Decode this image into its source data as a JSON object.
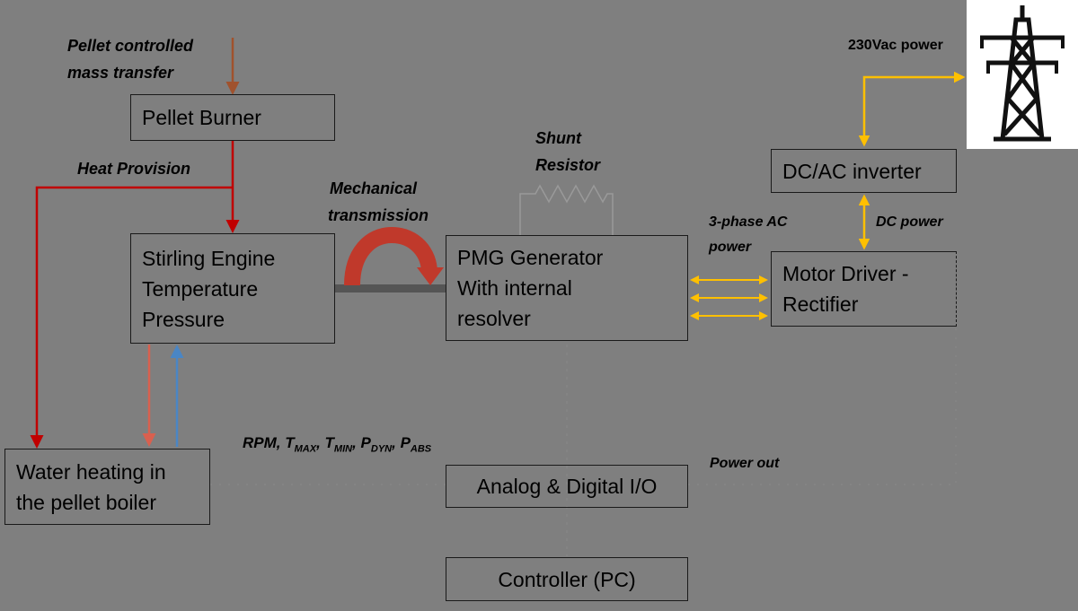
{
  "boxes": {
    "pellet_burner": [
      "Pellet Burner"
    ],
    "stirling_engine": [
      "Stirling Engine",
      "Temperature",
      "Pressure"
    ],
    "pmg_generator": [
      "PMG Generator",
      "With internal",
      "resolver"
    ],
    "dc_ac_inverter": [
      "DC/AC inverter"
    ],
    "motor_driver": [
      "Motor Driver -",
      "Rectifier"
    ],
    "water_heating": [
      "Water heating in",
      "the pellet boiler"
    ],
    "analog_digital_io": [
      "Analog & Digital I/O"
    ],
    "controller": [
      "Controller (PC)"
    ]
  },
  "labels": {
    "pellet_mass_transfer": [
      "Pellet controlled",
      "mass transfer"
    ],
    "heat_provision": "Heat Provision",
    "mechanical_transmission": [
      "Mechanical",
      "transmission"
    ],
    "shunt_resistor": [
      "Shunt",
      "Resistor"
    ],
    "three_phase_ac": [
      "3-phase AC",
      "power"
    ],
    "dc_power": "DC power",
    "grid_power": "230Vac power",
    "power_out": "Power out",
    "signals": {
      "rpm": "RPM, ",
      "t": "T",
      "t_max_sub": "MAX",
      "t_min_sub": "MIN",
      "p": "P",
      "p_dyn_sub": "DYN",
      "p_abs_sub": "ABS",
      "sep": ", "
    }
  },
  "colors": {
    "background": "#7f7f7f",
    "pellet_arrow": "#a0522d",
    "heat_arrow": "#c00000",
    "hot_water_arrow": "#d9604f",
    "cold_water_arrow": "#4a86c5",
    "power_arrow": "#ffc000",
    "shaft": "#555555",
    "rotation_arrow": "#c0392b"
  },
  "icons": {
    "grid": "power-pylon-icon",
    "rotation": "curved-rotation-arrow-icon",
    "resistor": "resistor-zigzag-icon"
  }
}
